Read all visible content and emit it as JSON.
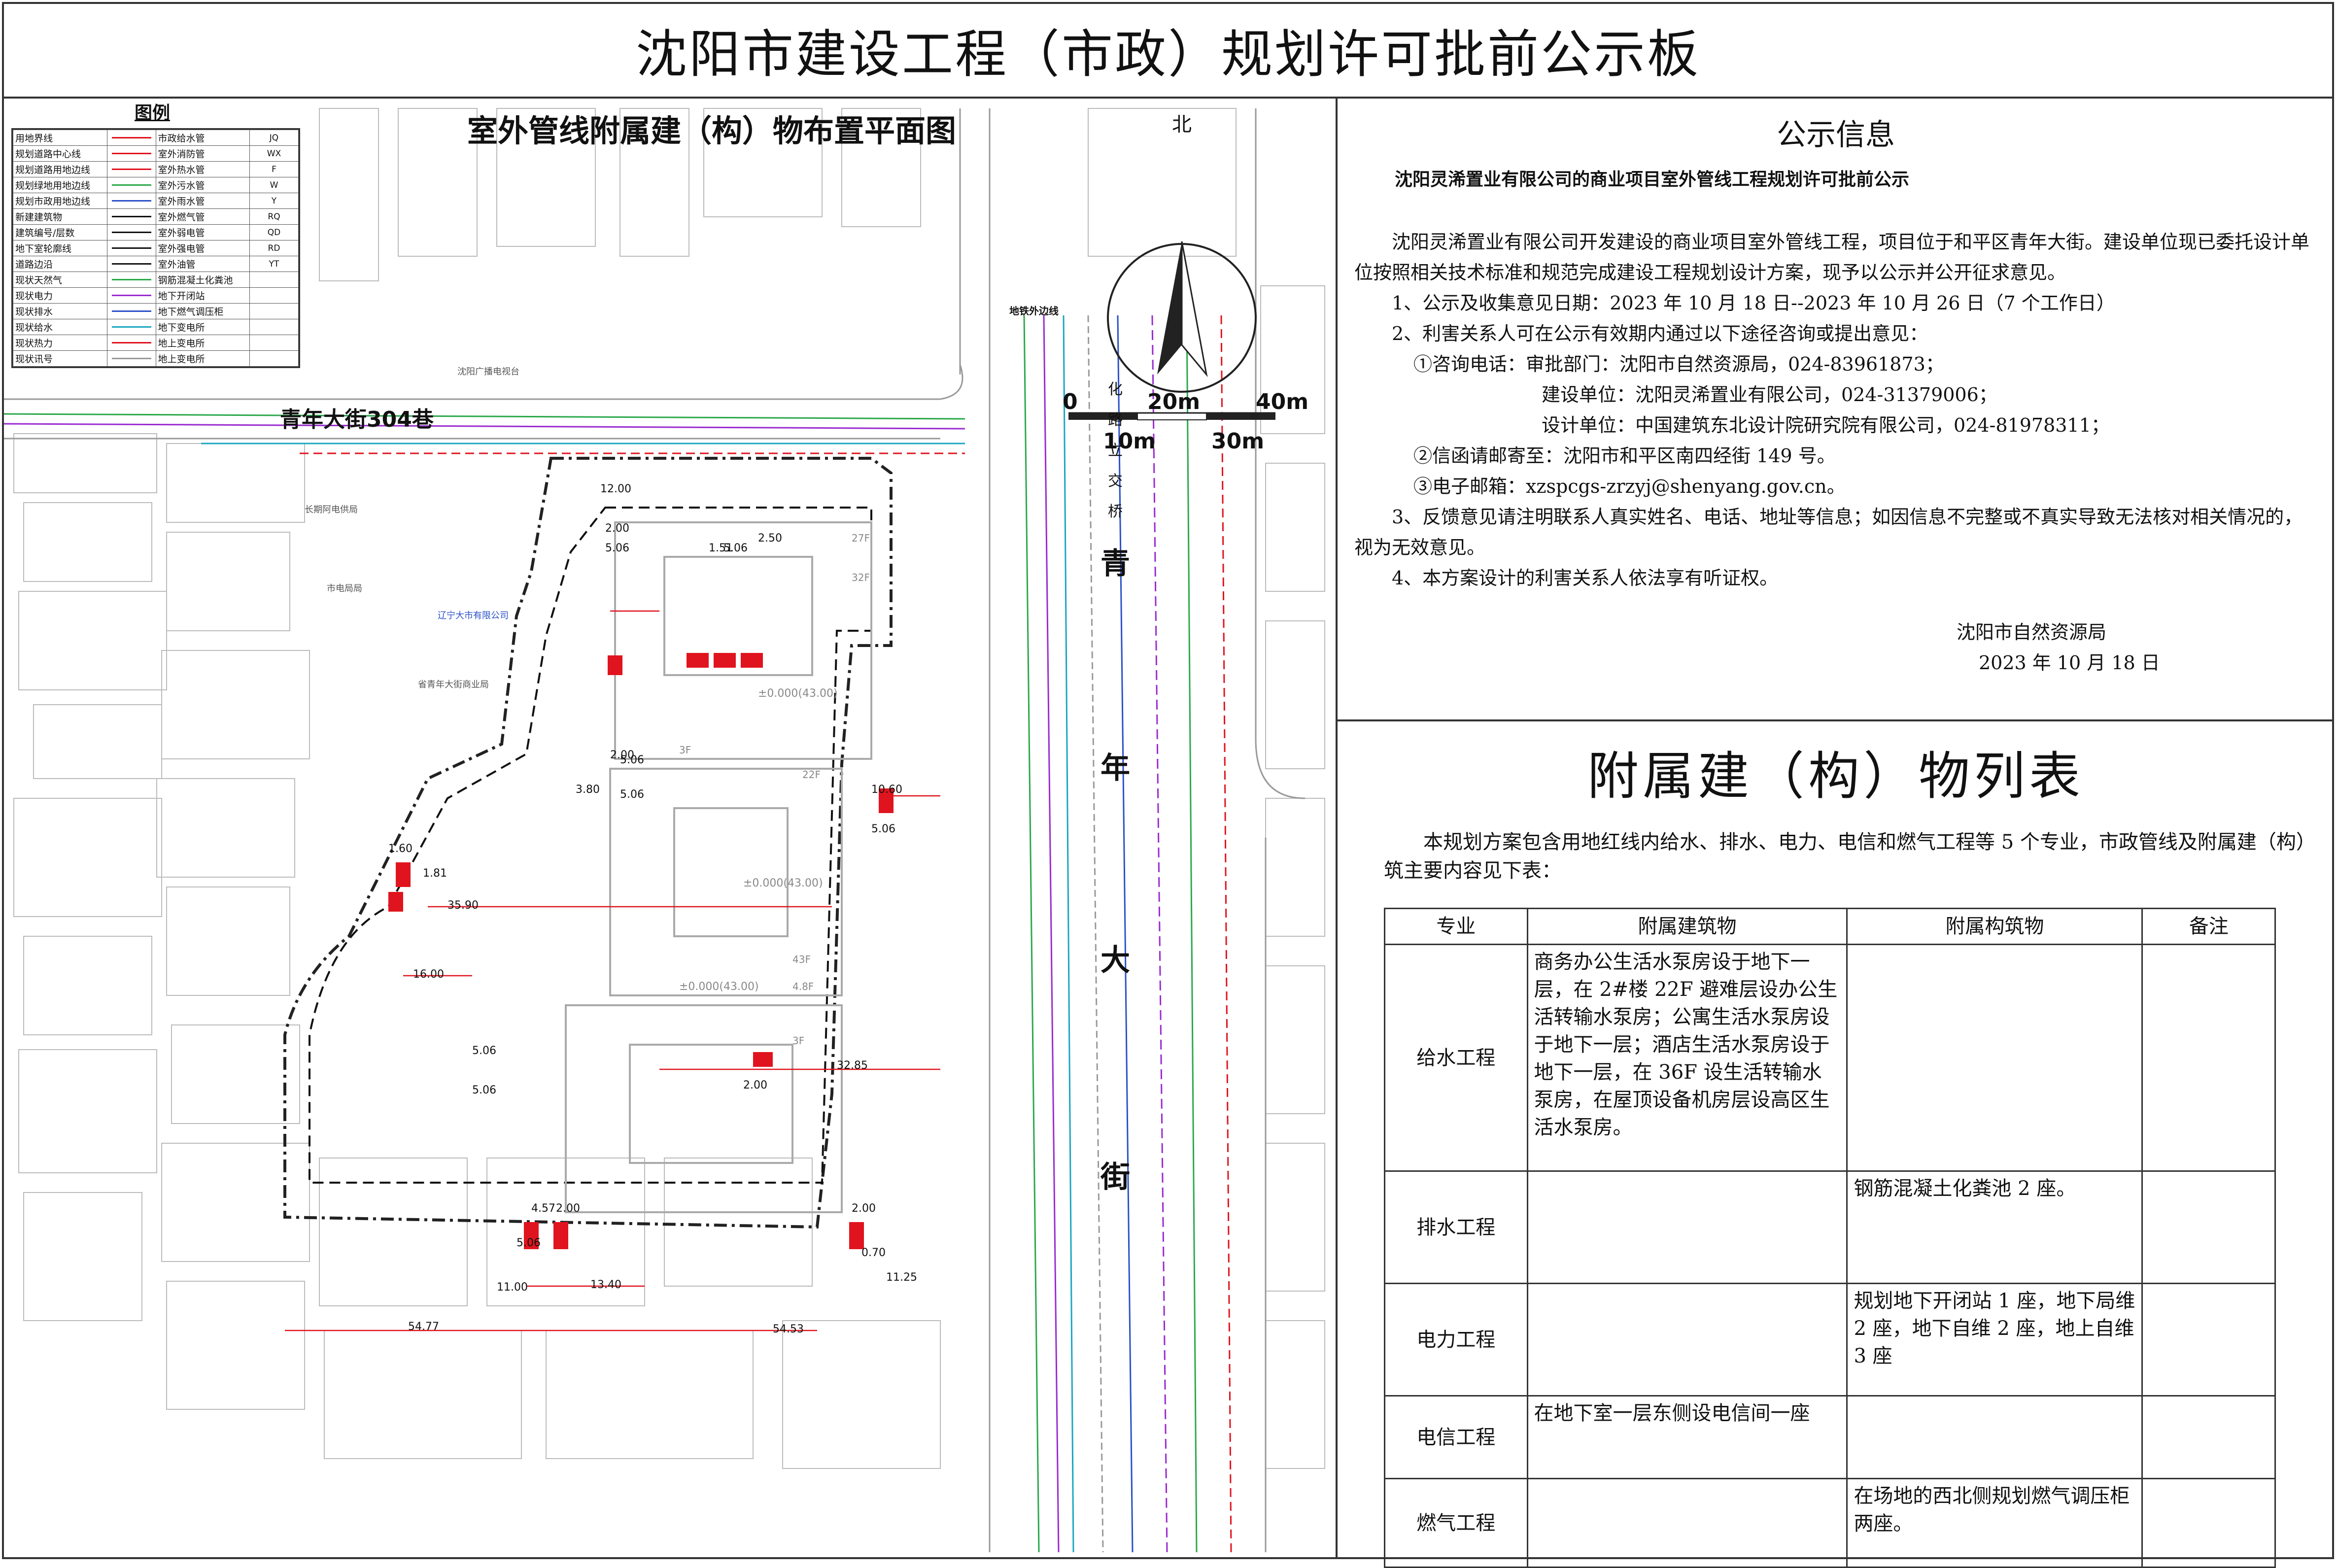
{
  "page_title": "沈阳市建设工程（市政）规划许可批前公示板",
  "map": {
    "title": "室外管线附属建（构）物布置平面图",
    "legend_title": "图例",
    "legend_rows": [
      {
        "left": "用地界线",
        "right": "市政给水管",
        "code": "JQ"
      },
      {
        "left": "规划道路中心线",
        "right": "室外消防管",
        "code": "WX"
      },
      {
        "left": "规划道路用地边线",
        "right": "室外热水管",
        "code": "F"
      },
      {
        "left": "规划绿地用地边线",
        "right": "室外污水管",
        "code": "W"
      },
      {
        "left": "规划市政用地边线",
        "right": "室外雨水管",
        "code": "Y"
      },
      {
        "left": "新建建筑物",
        "right": "室外燃气管",
        "code": "RQ"
      },
      {
        "left": "建筑编号/层数",
        "right": "室外弱电管",
        "code": "QD"
      },
      {
        "left": "地下室轮廓线",
        "right": "室外强电管",
        "code": "RD"
      },
      {
        "left": "道路边沿",
        "right": "室外油管",
        "code": "YT"
      },
      {
        "left": "现状天然气",
        "right": "钢筋混凝土化粪池",
        "code": ""
      },
      {
        "left": "现状电力",
        "right": "地下开闭站",
        "code": ""
      },
      {
        "left": "现状排水",
        "right": "地下燃气调压柜",
        "code": ""
      },
      {
        "left": "现状给水",
        "right": "地下变电所",
        "code": ""
      },
      {
        "left": "现状热力",
        "right": "地上变电所",
        "code": ""
      },
      {
        "left": "现状讯号",
        "right": "地上变电所",
        "code": ""
      }
    ],
    "road_label": "青年大街304巷",
    "north_label": "北",
    "scale_labels": [
      "0",
      "20m",
      "40m",
      "10m",
      "30m"
    ],
    "street_chars": [
      "青",
      "年",
      "大",
      "街"
    ],
    "bridge_label": "化路立交桥",
    "dims": [
      "12.00",
      "2.00",
      "5.06",
      "1.51",
      "5.06",
      "2.50",
      "2.00",
      "5.06",
      "3.80",
      "5.06",
      "10.60",
      "5.06",
      "35.90",
      "16.00",
      "5.06",
      "5.06",
      "32.85",
      "2.00",
      "4.57",
      "2.00",
      "5.06",
      "2.00",
      "0.70",
      "13.40",
      "11.25",
      "54.77",
      "54.53",
      "11.00",
      "1.60",
      "1.81"
    ],
    "floor_labels": [
      "27F",
      "32F",
      "3F",
      "22F",
      "±0.000(43.00)",
      "±0.000(43.00)",
      "43F",
      "±0.000(43.00)",
      "4.8F",
      "3F"
    ],
    "small_labels": [
      "地铁外边线",
      "长期阿电供局",
      "市电局局",
      "省青年大街商业局",
      "辽宁大市有限公司",
      "沈阳广播电视台"
    ]
  },
  "info": {
    "heading": "公示信息",
    "subtitle": "沈阳灵浠置业有限公司的商业项目室外管线工程规划许可批前公示",
    "para1": "沈阳灵浠置业有限公司开发建设的商业项目室外管线工程，项目位于和平区青年大街。建设单位现已委托设计单位按照相关技术标准和规范完成建设工程规划设计方案，现予以公示并公开征求意见。",
    "item1": "1、公示及收集意见日期：2023 年 10 月 18 日--2023 年 10 月 26 日（7 个工作日）",
    "item2": "2、利害关系人可在公示有效期内通过以下途径咨询或提出意见：",
    "consult1": "①咨询电话：审批部门：沈阳市自然资源局，024-83961873；",
    "consult2": "建设单位：沈阳灵浠置业有限公司，024-31379006；",
    "consult3": "设计单位：中国建筑东北设计院研究院有限公司，024-81978311；",
    "mail": "②信函请邮寄至：沈阳市和平区南四经街 149 号。",
    "email": "③电子邮箱：xzspcgs-zrzyj@shenyang.gov.cn。",
    "item3": "3、反馈意见请注明联系人真实姓名、电话、地址等信息；如因信息不完整或不真实导致无法核对相关情况的，视为无效意见。",
    "item4": "4、本方案设计的利害关系人依法享有听证权。",
    "org": "沈阳市自然资源局",
    "date": "2023 年 10 月 18 日"
  },
  "list": {
    "title": "附属建（构）物列表",
    "intro": "本规划方案包含用地红线内给水、排水、电力、电信和燃气工程等 5 个专业，市政管线及附属建（构）筑主要内容见下表：",
    "headers": [
      "专业",
      "附属建筑物",
      "附属构筑物",
      "备注"
    ],
    "rows": [
      {
        "spec": "给水工程",
        "building": "商务办公生活水泵房设于地下一层，在 2#楼 22F 避难层设办公生活转输水泵房；公寓生活水泵房设于地下一层；酒店生活水泵房设于地下一层，在 36F 设生活转输水泵房，在屋顶设备机房层设高区生活水泵房。",
        "structure": "",
        "note": ""
      },
      {
        "spec": "排水工程",
        "building": "",
        "structure": "钢筋混凝土化粪池 2 座。",
        "note": ""
      },
      {
        "spec": "电力工程",
        "building": "",
        "structure": "规划地下开闭站 1 座，地下局维 2 座，地下自维 2 座，地上自维 3 座",
        "note": ""
      },
      {
        "spec": "电信工程",
        "building": "在地下室一层东侧设电信间一座",
        "structure": "",
        "note": ""
      },
      {
        "spec": "燃气工程",
        "building": "",
        "structure": "在场地的西北侧规划燃气调压柜两座。",
        "note": ""
      }
    ]
  },
  "colors": {
    "border": "#333333",
    "red": "#e0141e",
    "green": "#2aa84a",
    "blue": "#2a50c8",
    "purple": "#9a2ad0",
    "cyan": "#1aa6c0",
    "gray": "#9a9a9a"
  }
}
